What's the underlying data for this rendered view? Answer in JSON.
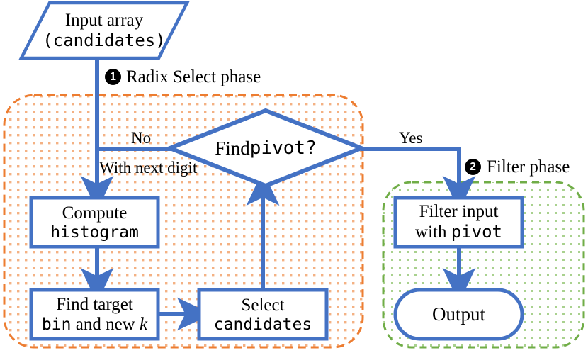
{
  "diagram": {
    "title": "Radix Select and Filter flowchart",
    "colors": {
      "node_stroke": "#4472C4",
      "arrow": "#4472C4",
      "phase1_border": "#ED7D31",
      "phase1_fill_dot": "#F4B183",
      "phase2_border": "#70AD47",
      "phase2_fill_dot": "#A9D18E",
      "node_fill": "#FFFFFF",
      "text": "#000000",
      "badge_bg": "#000000",
      "badge_text": "#FFFFFF"
    },
    "nodes": [
      {
        "id": "input",
        "shape": "parallelogram",
        "line1": "Input array",
        "line1_style": "serif",
        "line2": "(candidates)",
        "line2_style": "mono"
      },
      {
        "id": "decision",
        "shape": "diamond",
        "line1": "Find pivot?",
        "line1_style": "serif+mono",
        "text_serif": "Find ",
        "text_mono": "pivot?"
      },
      {
        "id": "histogram",
        "shape": "rect",
        "line1": "Compute",
        "line1_style": "serif",
        "line2": "histogram",
        "line2_style": "mono"
      },
      {
        "id": "findbin",
        "shape": "rect",
        "line1": "Find target",
        "line1_style": "serif",
        "line2_a": "bin",
        "line2_a_style": "mono",
        "line2_b": " and new ",
        "line2_b_style": "serif",
        "line2_c": "k",
        "line2_c_style": "italic-serif"
      },
      {
        "id": "select",
        "shape": "rect",
        "line1": "Select",
        "line1_style": "serif",
        "line2": "candidates",
        "line2_style": "mono"
      },
      {
        "id": "filter",
        "shape": "rect",
        "line1": "Filter input",
        "line1_style": "serif",
        "line2_a": "with ",
        "line2_a_style": "serif",
        "line2_b": "pivot",
        "line2_b_style": "mono"
      },
      {
        "id": "output",
        "shape": "rounded",
        "line1": "Output",
        "line1_style": "serif"
      }
    ],
    "edge_labels": [
      {
        "id": "no",
        "text": "No"
      },
      {
        "id": "with-next-digit",
        "text": "With next digit"
      },
      {
        "id": "yes",
        "text": "Yes"
      }
    ],
    "phases": [
      {
        "id": "phase-1",
        "badge": "1",
        "label": "Radix Select phase"
      },
      {
        "id": "phase-2",
        "badge": "2",
        "label": "Filter phase"
      }
    ]
  }
}
